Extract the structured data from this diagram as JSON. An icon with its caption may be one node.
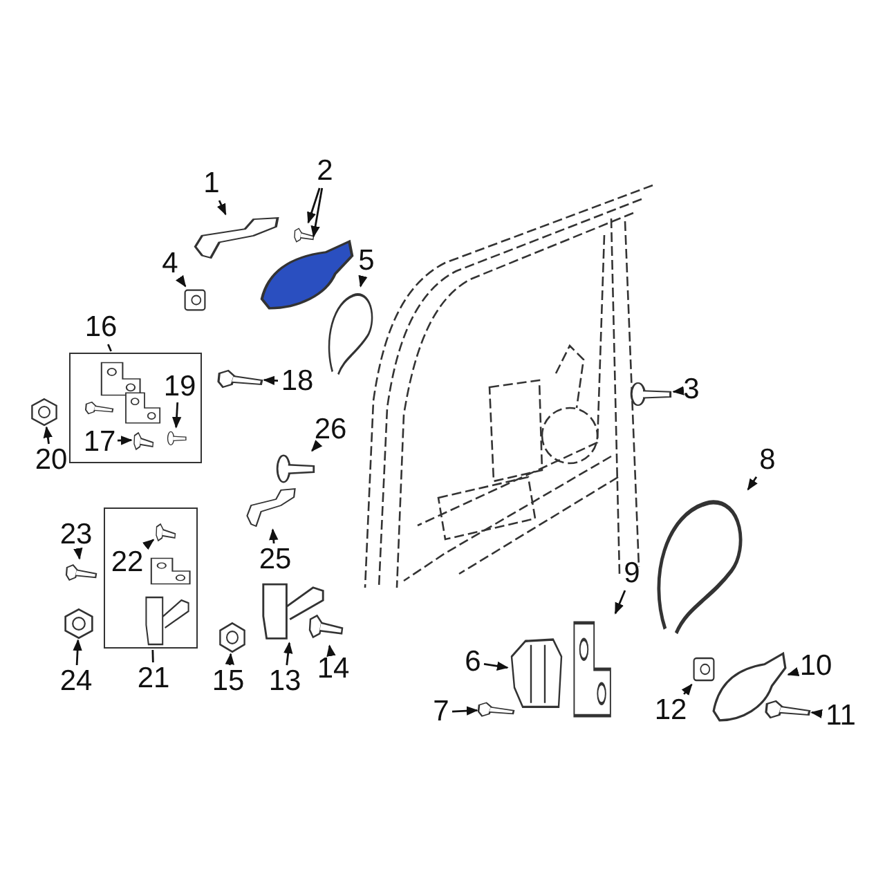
{
  "diagram": {
    "nodes": [
      {
        "text": [
          "1"
        ]
      },
      {
        "text": [],
        "shape": "picture"
      },
      {
        "text": [
          "2"
        ]
      },
      {
        "text": [],
        "shape": "picture"
      },
      {
        "text": [],
        "shape": "picture"
      },
      {
        "text": [
          "4"
        ]
      },
      {
        "text": [],
        "shape": "picture"
      },
      {
        "text": [
          "5"
        ]
      },
      {
        "text": [],
        "shape": "picture"
      },
      {
        "text": [
          "16"
        ]
      },
      {
        "text": [],
        "shape": "box"
      },
      {
        "text": [
          "17"
        ],
        "in": 10
      },
      {
        "text": [],
        "shape": "picture",
        "in": 10
      },
      {
        "text": [
          "19"
        ],
        "in": 10
      },
      {
        "text": [],
        "shape": "picture",
        "in": 10
      },
      {
        "text": [
          "18"
        ]
      },
      {
        "text": [],
        "shape": "picture"
      },
      {
        "text": [
          "20"
        ]
      },
      {
        "text": [],
        "shape": "picture"
      },
      {
        "text": [
          "26"
        ]
      },
      {
        "text": [],
        "shape": "picture"
      },
      {
        "text": [
          "25"
        ]
      },
      {
        "text": [],
        "shape": "picture"
      },
      {
        "text": [
          "23"
        ]
      },
      {
        "text": [],
        "shape": "picture"
      },
      {
        "text": [],
        "shape": "box"
      },
      {
        "text": [
          "22"
        ],
        "in": 25
      },
      {
        "text": [],
        "shape": "picture",
        "in": 25
      },
      {
        "text": [
          "21"
        ]
      },
      {
        "text": [
          "24"
        ]
      },
      {
        "text": [],
        "shape": "picture"
      },
      {
        "text": [
          "15"
        ]
      },
      {
        "text": [],
        "shape": "picture"
      },
      {
        "text": [
          "13"
        ]
      },
      {
        "text": [],
        "shape": "picture"
      },
      {
        "text": [
          "14"
        ]
      },
      {
        "text": [],
        "shape": "picture"
      },
      {
        "text": [
          "3"
        ]
      },
      {
        "text": [],
        "shape": "picture"
      },
      {
        "text": [
          "8"
        ]
      },
      {
        "text": [],
        "shape": "picture"
      },
      {
        "text": [
          "9"
        ]
      },
      {
        "text": [],
        "shape": "picture"
      },
      {
        "text": [
          "6"
        ]
      },
      {
        "text": [],
        "shape": "picture"
      },
      {
        "text": [
          "7"
        ]
      },
      {
        "text": [],
        "shape": "picture"
      },
      {
        "text": [
          "10"
        ]
      },
      {
        "text": [],
        "shape": "picture"
      },
      {
        "text": [
          "12"
        ]
      },
      {
        "text": [],
        "shape": "picture"
      },
      {
        "text": [
          "11"
        ]
      },
      {
        "text": [],
        "shape": "picture"
      }
    ],
    "edges": [
      {
        "from": 0,
        "to": 1,
        "arrow": "to"
      },
      {
        "from": 2,
        "to": 3,
        "arrow": "to"
      },
      {
        "from": 2,
        "to": 4,
        "arrow": "to"
      },
      {
        "from": 5,
        "to": 6,
        "arrow": "to"
      },
      {
        "from": 7,
        "to": 8,
        "arrow": "to"
      },
      {
        "from": 9,
        "to": 10,
        "arrow": "none"
      },
      {
        "from": 11,
        "to": 12,
        "arrow": "to"
      },
      {
        "from": 13,
        "to": 14,
        "arrow": "to"
      },
      {
        "from": 15,
        "to": 16,
        "arrow": "to"
      },
      {
        "from": 17,
        "to": 18,
        "arrow": "to"
      },
      {
        "from": 19,
        "to": 20,
        "arrow": "to"
      },
      {
        "from": 21,
        "to": 22,
        "arrow": "to"
      },
      {
        "from": 23,
        "to": 24,
        "arrow": "to"
      },
      {
        "from": 28,
        "to": 25,
        "arrow": "none"
      },
      {
        "from": 26,
        "to": 27,
        "arrow": "to"
      },
      {
        "from": 29,
        "to": 30,
        "arrow": "to"
      },
      {
        "from": 31,
        "to": 32,
        "arrow": "to"
      },
      {
        "from": 33,
        "to": 34,
        "arrow": "to"
      },
      {
        "from": 35,
        "to": 36,
        "arrow": "to"
      },
      {
        "from": 37,
        "to": 38,
        "arrow": "to"
      },
      {
        "from": 39,
        "to": 40,
        "arrow": "to"
      },
      {
        "from": 41,
        "to": 42,
        "arrow": "to"
      },
      {
        "from": 43,
        "to": 44,
        "arrow": "to"
      },
      {
        "from": 45,
        "to": 46,
        "arrow": "to"
      },
      {
        "from": 47,
        "to": 48,
        "arrow": "to"
      },
      {
        "from": 49,
        "to": 50,
        "arrow": "to"
      },
      {
        "from": 51,
        "to": 52,
        "arrow": "to"
      }
    ]
  }
}
